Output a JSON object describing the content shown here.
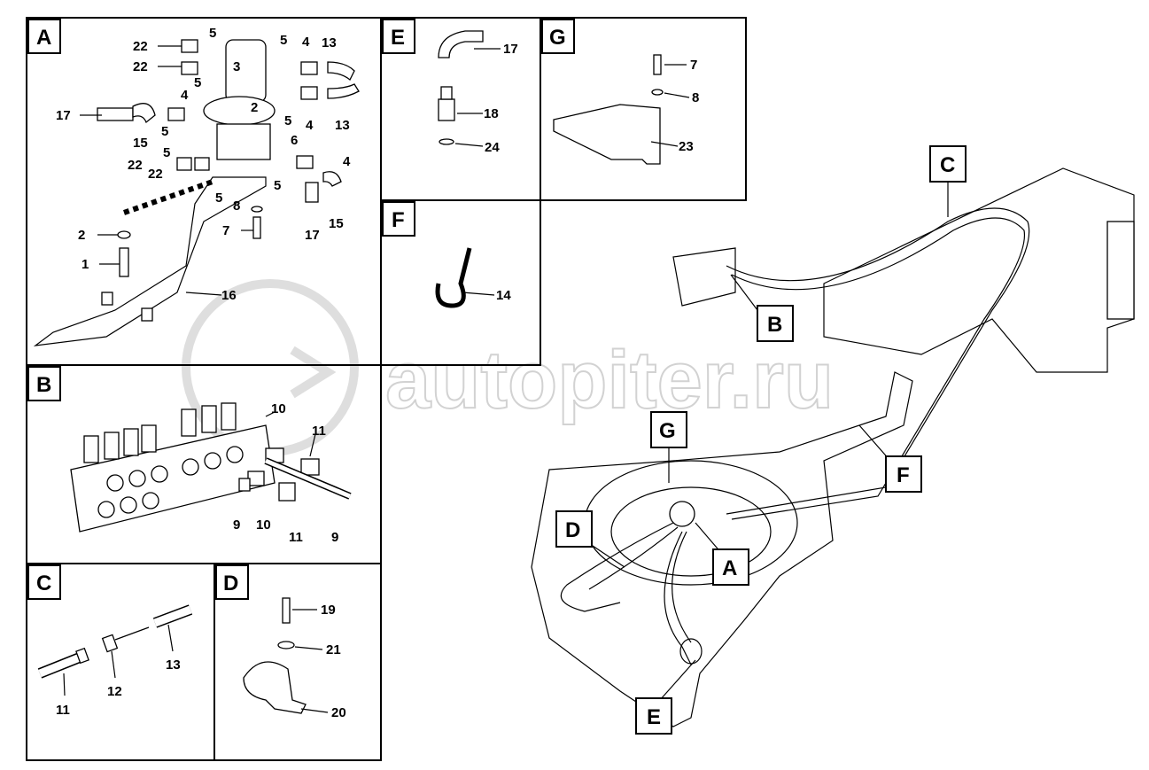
{
  "watermark": "autopiter.ru",
  "panels": {
    "A": {
      "label": "A",
      "numbers": [
        "22",
        "5",
        "5",
        "4",
        "13",
        "22",
        "3",
        "5",
        "4",
        "2",
        "5",
        "4",
        "13",
        "17",
        "15",
        "5",
        "5",
        "6",
        "22",
        "22",
        "4",
        "5",
        "5",
        "8",
        "7",
        "17",
        "15",
        "2",
        "1",
        "16"
      ]
    },
    "B": {
      "label": "B",
      "numbers": [
        "10",
        "11",
        "9",
        "10",
        "11",
        "9"
      ]
    },
    "C": {
      "label": "C",
      "numbers": [
        "11",
        "12",
        "13"
      ]
    },
    "D": {
      "label": "D",
      "numbers": [
        "19",
        "21",
        "20"
      ]
    },
    "E": {
      "label": "E",
      "numbers": [
        "17",
        "18",
        "24"
      ]
    },
    "F": {
      "label": "F",
      "numbers": [
        "14"
      ]
    },
    "G": {
      "label": "G",
      "numbers": [
        "7",
        "8",
        "23"
      ]
    }
  },
  "callouts": [
    "B",
    "C",
    "G",
    "D",
    "A",
    "F",
    "E"
  ]
}
